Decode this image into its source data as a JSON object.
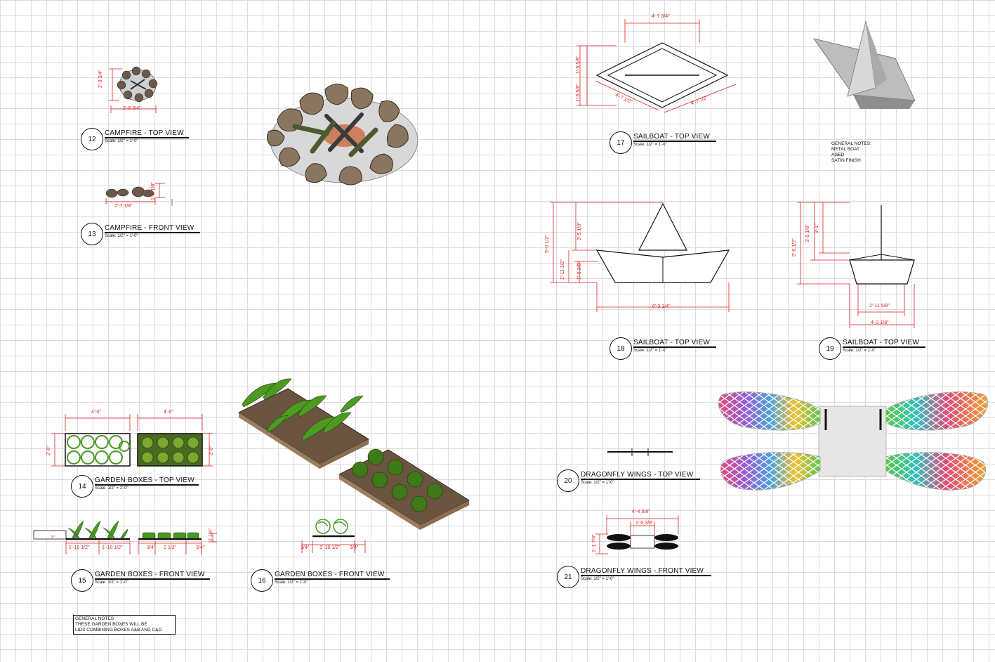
{
  "views": [
    {
      "num": "12",
      "name": "CAMPFIRE - TOP VIEW",
      "scale": "Scale: 1/2\" = 1'-0\""
    },
    {
      "num": "13",
      "name": "CAMPFIRE - FRONT VIEW",
      "scale": "Scale: 1/2\" = 1'-0\""
    },
    {
      "num": "14",
      "name": "GARDEN BOXES - TOP VIEW",
      "scale": "Scale: 1/2\" = 1'-0\""
    },
    {
      "num": "15",
      "name": "GARDEN BOXES - FRONT VIEW",
      "scale": "Scale: 1/2\" = 1'-0\""
    },
    {
      "num": "16",
      "name": "GARDEN BOXES - FRONT VIEW",
      "scale": "Scale: 1/2\" = 1'-0\""
    },
    {
      "num": "17",
      "name": "SAILBOAT - TOP VIEW",
      "scale": "Scale: 1/2\" = 1'-0\""
    },
    {
      "num": "18",
      "name": "SAILBOAT - TOP VIEW",
      "scale": "Scale: 1/2\" = 1'-0\""
    },
    {
      "num": "19",
      "name": "SAILBOAT - TOP VIEW",
      "scale": "Scale: 1/2\" = 1'-0\""
    },
    {
      "num": "20",
      "name": "DRAGONFLY WINGS - TOP VIEW",
      "scale": "Scale: 1/2\" = 1'-0\""
    },
    {
      "num": "21",
      "name": "DRAGONFLY WINGS - FRONT VIEW",
      "scale": "Scale: 1/2\" = 1'-0\""
    }
  ],
  "dims": {
    "campfire_top_w": "2'-8 3/4\"",
    "campfire_top_h": "2'-3 3/4\"",
    "campfire_front_w": "2'-7 1/8\"",
    "campfire_front_h": "1'-0 1/8\"",
    "garden_top_w1": "4'-0\"",
    "garden_top_w2": "4'-0\"",
    "garden_top_h1": "2'-0\"",
    "garden_top_h2": "2'-0\"",
    "garden_front_a": "1'-10 1/2\"",
    "garden_front_b": "1'-10 1/2\"",
    "garden_front_c": "3/4\"",
    "garden_front_d": "1 1/2\"",
    "garden_front_e": "3/4\"",
    "garden_front_f": "2 1/4\"",
    "garden_front_g": "1\"",
    "garden16_a": "3/4\"",
    "garden16_b": "1'-10 1/2\"",
    "garden16_c": "3/4\"",
    "sail_top_w": "4'-7 3/4\"",
    "sail_top_h1": "1'-5 5/8\"",
    "sail_top_h2": "1'-5 5/8\"",
    "sail_top_d1": "4'-7 1/2\"",
    "sail_top_d2": "4'-7 1/2\"",
    "sail18_total": "5'-0 1/2\"",
    "sail18_mast": "3'-5 1/8\"",
    "sail18_hull": "1'-11 1/2\"",
    "sail18_hull2": "1'-3 3/8\"",
    "sail18_w": "6'-3 1/4\"",
    "sail19_total": "5'-0 1/2\"",
    "sail19_mast": "3'-5 1/8\"",
    "sail19_mast2": "3'-1\"",
    "sail19_w1": "2'-11 5/8\"",
    "sail19_w2": "4'-2 1/8\"",
    "dragon_w": "4'-4 5/8\"",
    "dragon_body": "1'-0 3/8\"",
    "dragon_h": "1'-1 7/8\""
  },
  "notes": {
    "boat": [
      "GENERAL NOTES:",
      "METAL BOAT",
      "AGED",
      "SATIN FINISH"
    ],
    "garden": [
      "GENERAL NOTES:",
      "THESE GARDEN BOXES WILL BE",
      "LIDS COMBINING BOXES A&B AND C&D"
    ]
  },
  "colors": {
    "dimension": "#dd2222",
    "line": "#111111",
    "leaf": "#3e8f1e",
    "soil": "#6b5540",
    "rock": "#8a7560"
  }
}
